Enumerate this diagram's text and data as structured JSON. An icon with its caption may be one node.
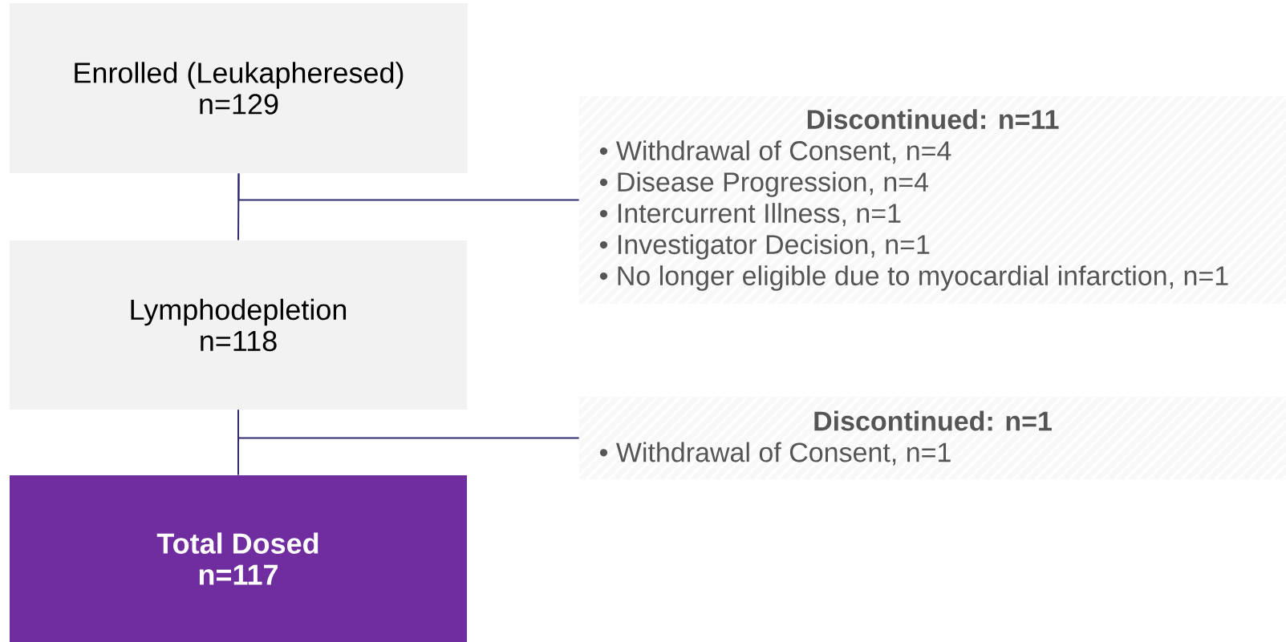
{
  "diagram": {
    "nodes": [
      {
        "text": [
          "Enrolled (Leukapheresed)",
          "n=129"
        ]
      },
      {
        "text": [
          "Lymphodepletion",
          "n=118"
        ]
      },
      {
        "text": [
          "Total Dosed",
          "n=117"
        ]
      },
      {
        "text": [
          "Discontinued: n=11",
          "• Withdrawal of Consent, n=4",
          "• Disease Progression, n=4",
          "• Intercurrent Illness, n=1",
          "• Investigator Decision, n=1",
          "• No longer eligible due to myocardial infarction, n=1"
        ]
      },
      {
        "text": [
          "Discontinued: n=1",
          "• Withdrawal of Consent, n=1"
        ]
      }
    ],
    "edges": [
      {
        "from": 0,
        "to": 1,
        "arrow": "none"
      },
      {
        "from": 0,
        "to": 3,
        "arrow": "none"
      },
      {
        "from": 1,
        "to": 2,
        "arrow": "none"
      },
      {
        "from": 1,
        "to": 4,
        "arrow": "none"
      }
    ]
  }
}
